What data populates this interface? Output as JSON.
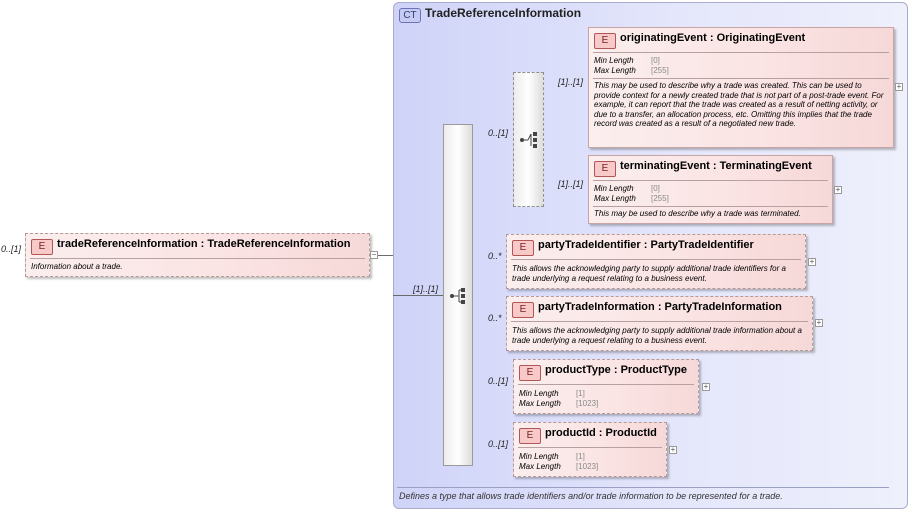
{
  "root": {
    "multiplicity": "0..[1]",
    "badge": "E",
    "name": "tradeReferenceInformation",
    "type": "TradeReferenceInformation",
    "description": "Information about a trade."
  },
  "complex_type": {
    "badge": "CT",
    "name": "TradeReferenceInformation",
    "footer": "Defines a type that allows trade identifiers and/or trade information to be represented for a trade."
  },
  "sequence": {
    "multiplicity": "[1]..[1]"
  },
  "choice": {
    "multiplicity": "0..[1]"
  },
  "labels": {
    "min_length": "Min Length",
    "max_length": "Max Length"
  },
  "elements": {
    "originatingEvent": {
      "badge": "E",
      "name": "originatingEvent",
      "type": "OriginatingEvent",
      "multiplicity": "[1]..[1]",
      "min": "[0]",
      "max": "[255]",
      "description": "This may be used to describe why a trade was created. This can be used to provide context for a newly created trade that is not part of a post-trade event. For example, it can report that the trade was created as a result of netting activity, or due to a transfer, an allocation process, etc. Omitting this implies that the trade record was created as a result of a negotiated new trade."
    },
    "terminatingEvent": {
      "badge": "E",
      "name": "terminatingEvent",
      "type": "TerminatingEvent",
      "multiplicity": "[1]..[1]",
      "min": "[0]",
      "max": "[255]",
      "description": "This may be used to describe why a trade was terminated."
    },
    "partyTradeIdentifier": {
      "badge": "E",
      "name": "partyTradeIdentifier",
      "type": "PartyTradeIdentifier",
      "multiplicity": "0..*",
      "description": "This allows the acknowledging party to supply additional trade identifiers for a trade underlying a request relating to a business event."
    },
    "partyTradeInformation": {
      "badge": "E",
      "name": "partyTradeInformation",
      "type": "PartyTradeInformation",
      "multiplicity": "0..*",
      "description": "This allows the acknowledging party to supply additional trade information about a trade underlying a request relating to a business event."
    },
    "productType": {
      "badge": "E",
      "name": "productType",
      "type": "ProductType",
      "multiplicity": "0..[1]",
      "min": "[1]",
      "max": "[1023]"
    },
    "productId": {
      "badge": "E",
      "name": "productId",
      "type": "ProductId",
      "multiplicity": "0..[1]",
      "min": "[1]",
      "max": "[1023]"
    }
  },
  "symbols": {
    "sep": ":",
    "expand": "+",
    "collapse": "−"
  },
  "colors": {
    "element_fill": "#fbe3e3",
    "element_border": "#c9a4a4",
    "ct_fill": "#e4e6fb",
    "ct_border": "#a9adc9"
  }
}
